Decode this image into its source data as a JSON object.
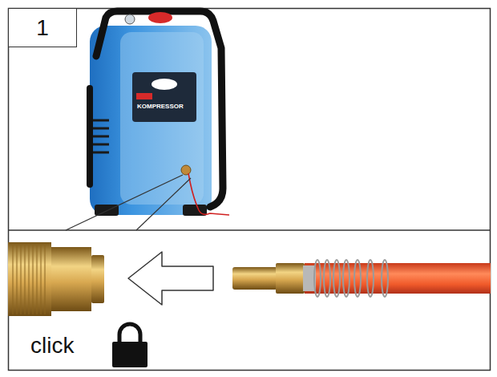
{
  "diagram": {
    "nodes": [
      {
        "text": [
          "1"
        ]
      }
    ],
    "labels": [
      "KOMPRESSOR",
      "click"
    ]
  }
}
